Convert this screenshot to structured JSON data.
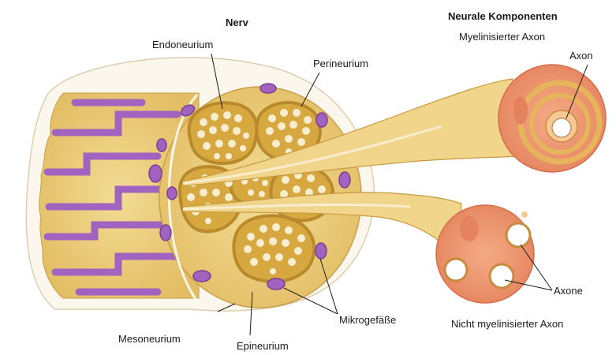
{
  "title": "Nerv",
  "labels": {
    "endoneurium": "Endoneurium",
    "perineurium": "Perineurium",
    "mesoneurium": "Mesoneurium",
    "epineurium": "Epineurium",
    "mikrogefaesse": "Mikrogefäße"
  },
  "components": {
    "heading": "Neurale Komponenten",
    "myelinated_label": "Myelinisierter Axon",
    "axon_label": "Axon",
    "axone_label": "Axone",
    "unmyelinated_label": "Nicht myelinisierter Axon"
  },
  "colors": {
    "tissue_tan": "#e8c877",
    "fascicle_border": "#b98a2c",
    "fascicle_fill": "#d7a740",
    "axon_cream": "#f8eecf",
    "vessel_purple": "#a064c0",
    "vessel_dark": "#7a3d93",
    "myelin_salmon": "#ec9770",
    "myelin_ring": "#e6b45a",
    "leader_line": "#1a1a1a"
  }
}
